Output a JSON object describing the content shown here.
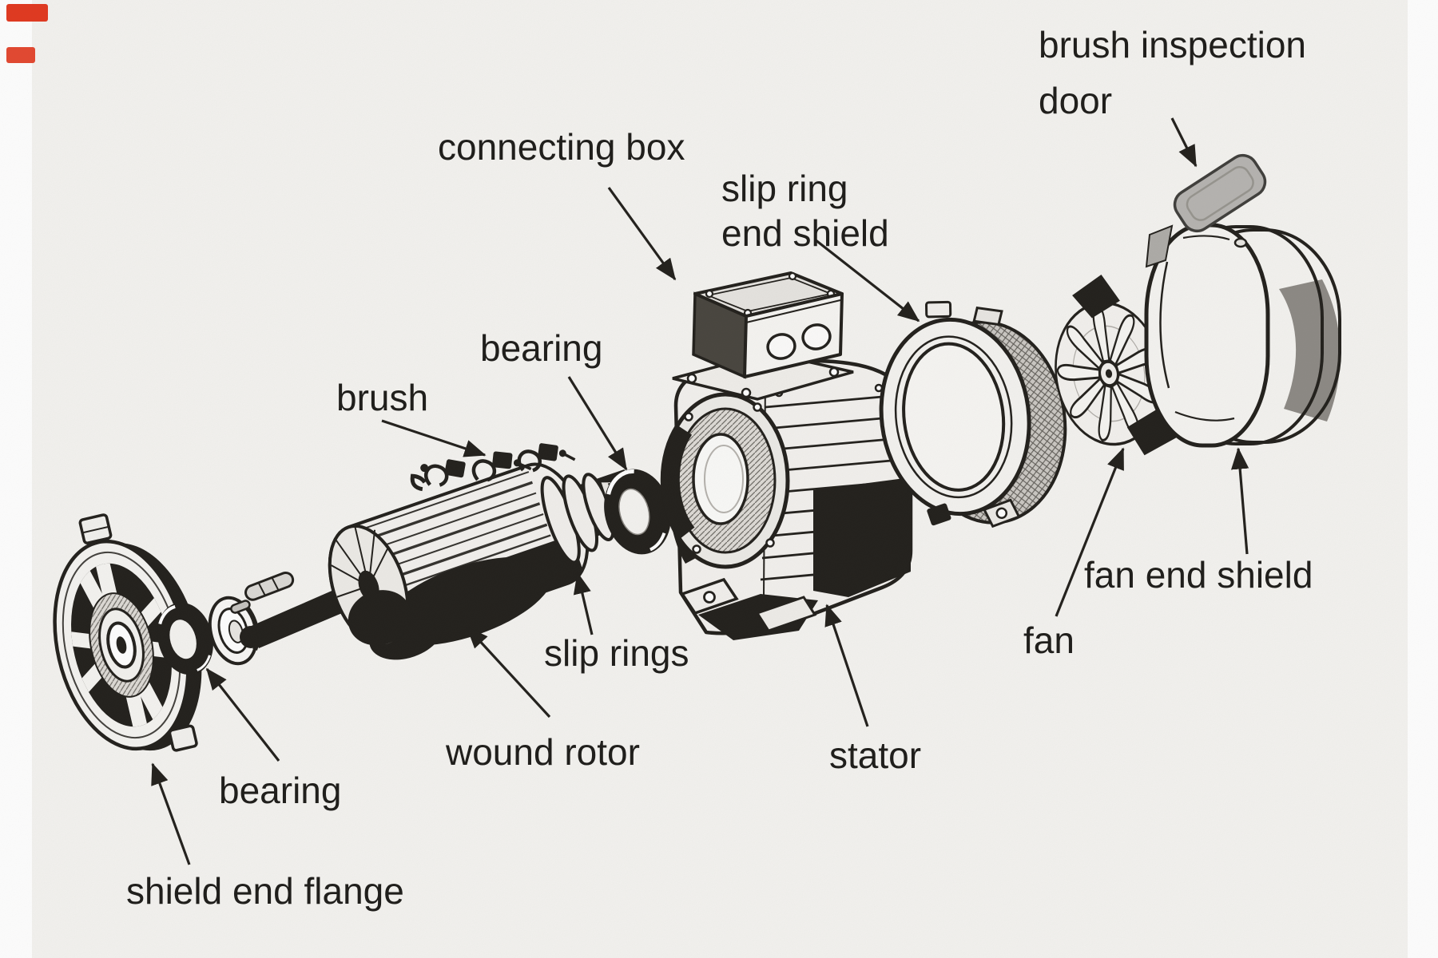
{
  "diagram": {
    "subject": "exploded view of a slip-ring motor",
    "labels": {
      "brush_inspection_door": {
        "line1": "brush inspection",
        "line2": "door"
      },
      "connecting_box": "connecting box",
      "slip_ring_end_shield": {
        "line1": "slip ring",
        "line2": "end shield"
      },
      "bearing_top": "bearing",
      "brush": "brush",
      "slip_rings": "slip rings",
      "wound_rotor": "wound rotor",
      "stator": "stator",
      "fan": "fan",
      "fan_end_shield": "fan end shield",
      "bearing_bottom": "bearing",
      "shield_end_flange": "shield end flange"
    },
    "colors": {
      "background": "#f4f3f0",
      "ink": "#23211d",
      "label_text": "#1e1d1a",
      "shade_gray": "#8d8a85",
      "door_gray": "#b6b4b1",
      "side_strip": "#ffffff",
      "watermark_red": "#e23920"
    }
  }
}
